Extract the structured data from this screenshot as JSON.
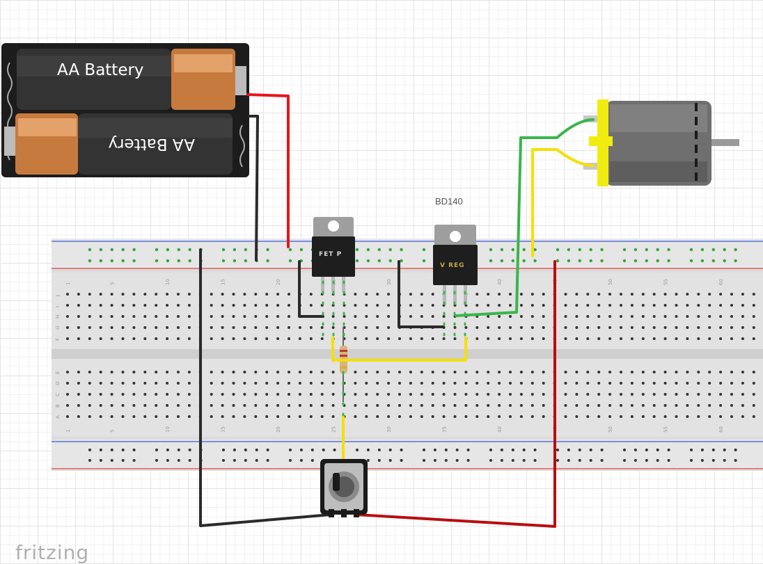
{
  "battery": {
    "label_top": "AA Battery",
    "label_bottom": "AA Battery"
  },
  "transistor_fet": {
    "label": "FET P"
  },
  "regulator": {
    "name": "BD140",
    "label": "V REG"
  },
  "breadboard": {
    "row_letters_top": [
      "J",
      "I",
      "H",
      "G",
      "F"
    ],
    "row_letters_bottom": [
      "E",
      "D",
      "C",
      "B",
      "A"
    ],
    "column_numbers": [
      "1",
      "5",
      "10",
      "15",
      "20",
      "25",
      "30",
      "35",
      "40",
      "45",
      "50",
      "55",
      "60"
    ]
  },
  "wire_colors": {
    "black": "#2a2a2a",
    "red": "#e8141b",
    "dark_red": "#b80d10",
    "green": "#3ab54a",
    "yellow": "#f5e000"
  },
  "brand": "fritzing"
}
